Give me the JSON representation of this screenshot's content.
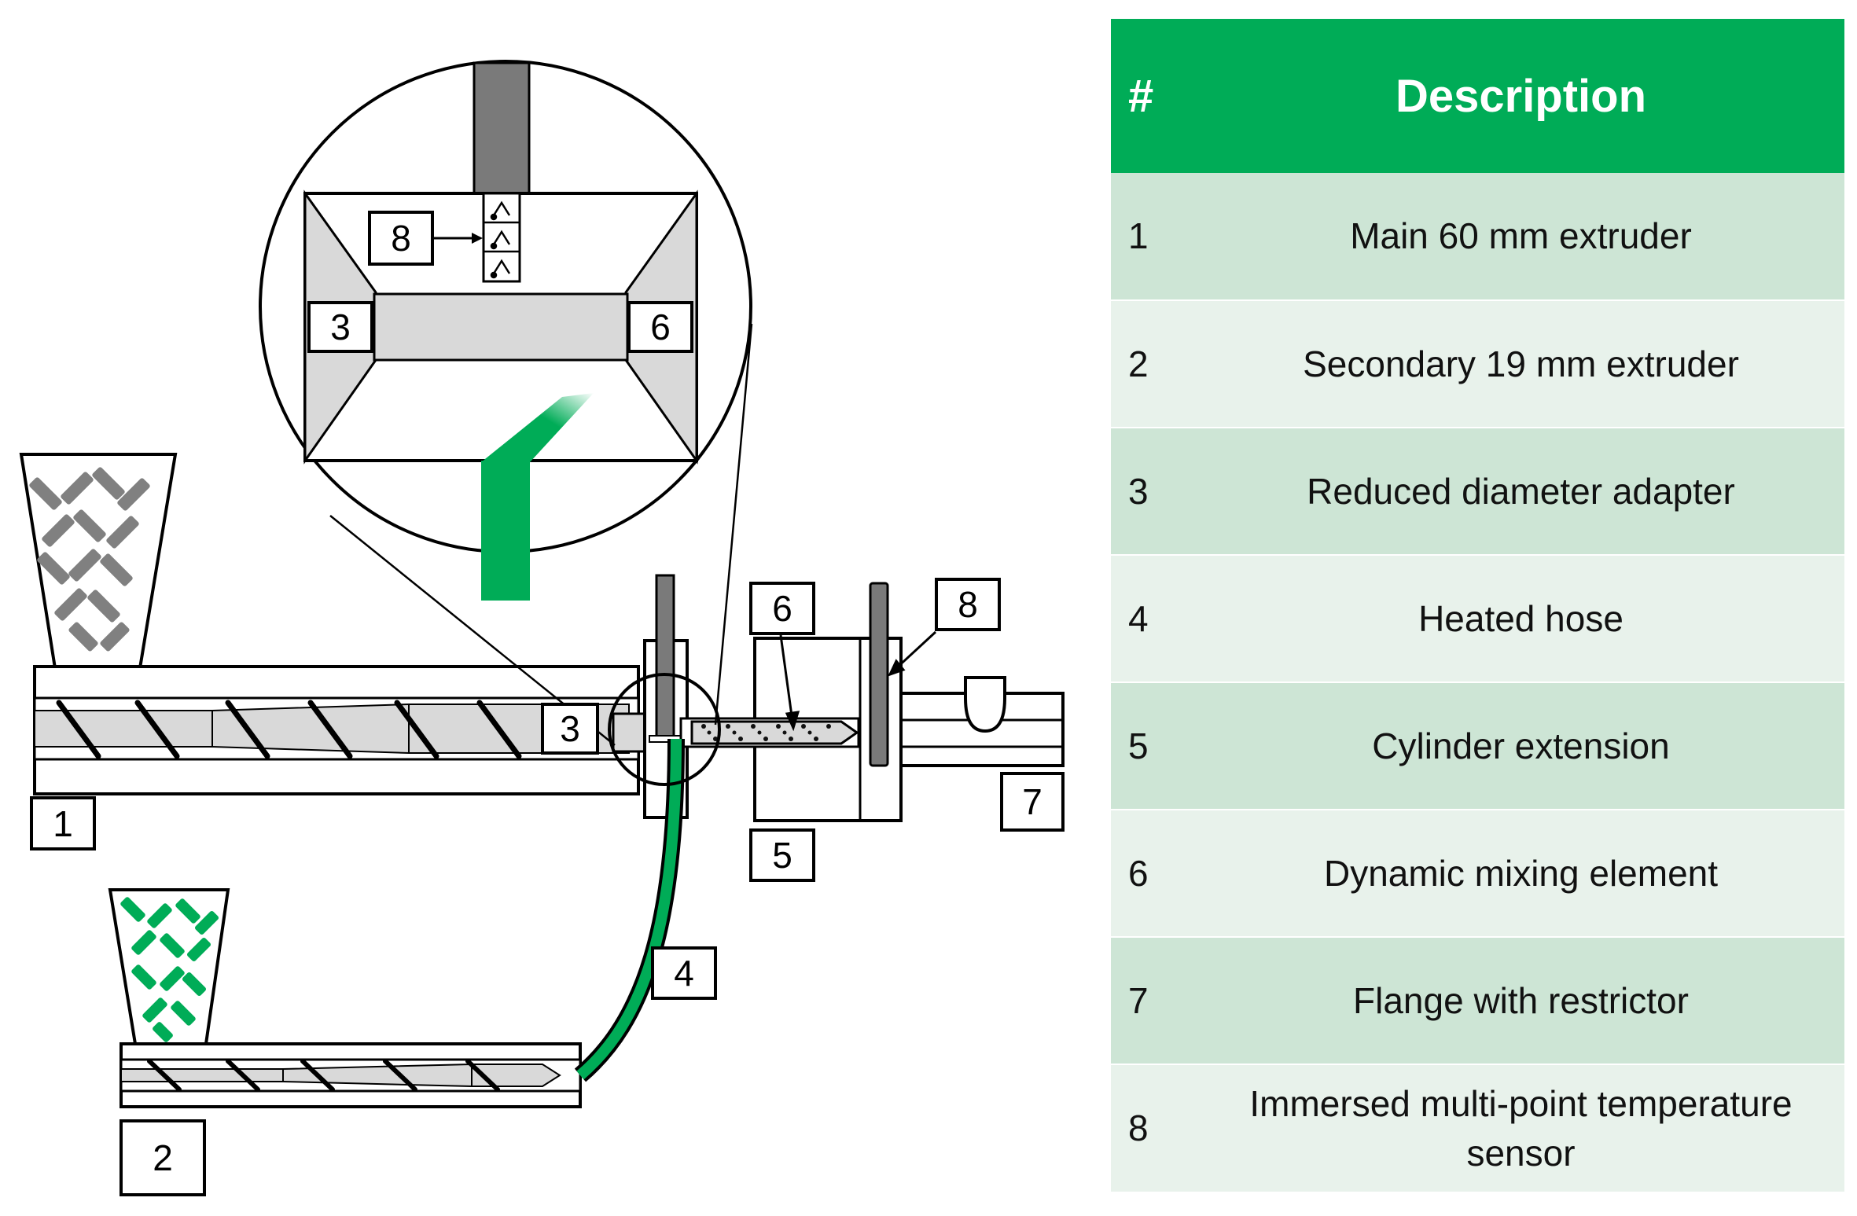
{
  "colors": {
    "accent_green": "#00ac57",
    "row_odd": "#cde5d5",
    "row_even": "#e8f2eb",
    "steel_gray": "#7a7a7a",
    "light_gray": "#d9d9d9"
  },
  "diagram": {
    "callouts": {
      "c1": "1",
      "c2": "2",
      "c3_main": "3",
      "c4": "4",
      "c5": "5",
      "c6_main": "6",
      "c7": "7",
      "c8_main": "8",
      "c8_zoom": "8",
      "c3_zoom": "3",
      "c6_zoom": "6"
    }
  },
  "table": {
    "header": {
      "num": "#",
      "desc": "Description"
    },
    "rows": [
      {
        "num": "1",
        "desc": "Main 60 mm extruder"
      },
      {
        "num": "2",
        "desc": "Secondary 19 mm extruder"
      },
      {
        "num": "3",
        "desc": "Reduced diameter adapter"
      },
      {
        "num": "4",
        "desc": "Heated hose"
      },
      {
        "num": "5",
        "desc": "Cylinder extension"
      },
      {
        "num": "6",
        "desc": "Dynamic mixing element"
      },
      {
        "num": "7",
        "desc": "Flange with restrictor"
      },
      {
        "num": "8",
        "desc": "Immersed multi-point temperature sensor"
      }
    ]
  }
}
